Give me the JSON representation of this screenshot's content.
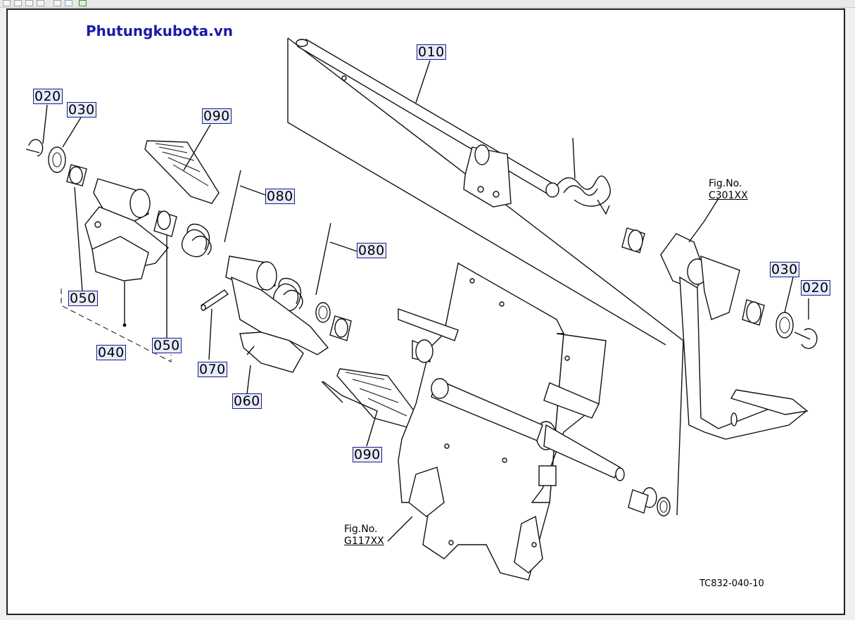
{
  "watermark": "Phutungkubota.vn",
  "diagram_code": "TC832-040-10",
  "callouts": {
    "p010": "010",
    "p020_left": "020",
    "p030_left": "030",
    "p090_top": "090",
    "p080_top": "080",
    "p080_mid": "080",
    "p050_a": "050",
    "p050_b": "050",
    "p040": "040",
    "p070": "070",
    "p060": "060",
    "p090_bottom": "090",
    "p030_right": "030",
    "p020_right": "020"
  },
  "fig_refs": {
    "c301": {
      "line1": "Fig.No.",
      "line2": "C301XX"
    },
    "g117": {
      "line1": "Fig.No.",
      "line2": "G117XX"
    }
  },
  "toolbar": {
    "icons": [
      "new-icon",
      "open-icon",
      "save-icon",
      "print-icon",
      "copy-icon",
      "paste-icon",
      "export-icon"
    ]
  }
}
